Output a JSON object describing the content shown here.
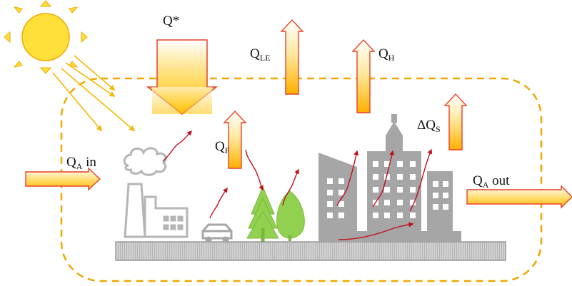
{
  "labels": {
    "net_radiation": {
      "main": "Q*"
    },
    "latent_heat": {
      "main": "Q",
      "sub": "LE"
    },
    "sensible_heat": {
      "main": "Q",
      "sub": "H"
    },
    "storage_heat": {
      "main": "ΔQ",
      "sub": "S"
    },
    "anthropogenic_heat": {
      "main": "Q",
      "sub": "F"
    },
    "advection_in": {
      "main": "Q",
      "sub": "A",
      "suffix": " in"
    },
    "advection_out": {
      "main": "Q",
      "sub": "A",
      "suffix": " out"
    }
  },
  "colors": {
    "sun": "#FFE03A",
    "sun_ray": "#FFC000",
    "boundary": "#F0A800",
    "arrow_fill_top": "#FFFFFF",
    "arrow_fill_bottom": "#FFC000",
    "arrow_stroke": "#E8402A",
    "red_flux": "#C0101A",
    "buildings": "#A6A6A6",
    "factory_outline": "#B5B5B5",
    "trees": "#92D050",
    "ground": "#C8C8C8"
  }
}
